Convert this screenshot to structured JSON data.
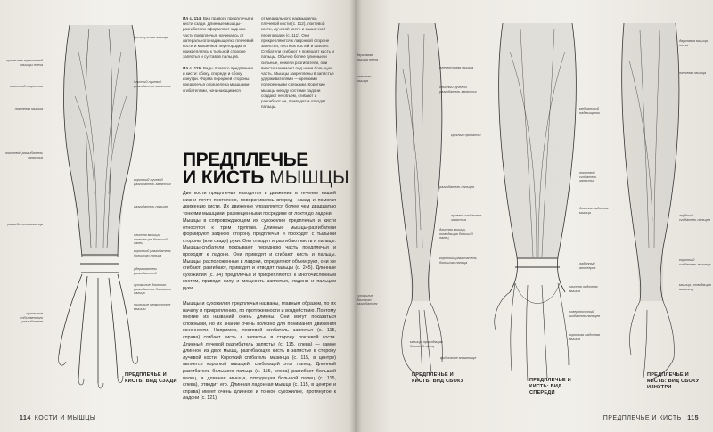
{
  "left_page": {
    "fig114_num": "Ил с. 114:",
    "fig114_text": "Вид правого предплечья и кисти сзади. Длинные мышцы-разгибатели оформляют заднюю часть предплечья, начинаясь от латерального надмыщелка плечевой кости и мышечной перегородки и прикрепляясь к тыльной стороне запястья и суставов пальцев.",
    "fig115_num": "Ил с. 115:",
    "fig115_text": "Виды правого предплечья и кисти: сбоку, спереди и сбоку изнутри. Форма передней стороны предплечья определена мышцами-сгибателями, начинающимися",
    "col2_top": "от медиального надмыщелка плечевой кости (с. 112), локтевой кости, лучевой кости и мышечной перегородки (с. 111). Они прикрепляются к ладонной стороне запястья, пястных костей и фаланг. Сгибатели сгибают и приводят кисть и пальцы. Обычно более длинные и сильные, нежели разгибатели, они вместе занимают под ними большую часть. Мышцы закреплены в запястье удерживателями — крепкими поперечными связками. Короткие мышцы между костями ладони создают ее объем, сгибают и разгибают ее, приводят и отводят пальцы.",
    "title_line1": "ПРЕДПЛЕЧЬЕ",
    "title_line2a": "И КИСТЬ",
    "title_line2b": "МЫШЦЫ",
    "intro": "Две кости предплечья находятся в движении в течение нашей жизни почти постоянно, поворачиваясь вперед—назад и помогая движению кисти. Их движение управляется более чем двадцатью тонкими мышцами, размещенными посредине от локтя до ладони.",
    "para2": "Мышцы в сопровождающем их сухожилии предплечья и кисти относятся к трем группам. Длинные мышцы-разгибатели формируют заднюю сторону предплечья и проходят с тыльной стороны (или сзади) руки. Они отводят и разгибают кисть и пальцы. Мышцы-сгибатели покрывают переднюю часть предплечья и проходят к ладони. Они приводят и сгибают кисть и пальцы. Мышцы, расположенные в ладони, определяют объем руки, они же сгибают, разгибают, приводят и отводят пальцы (с. 245). Длинные сухожилия (с. 34) предплечья и прикрепляются к многочисленным костям, приводя силу и мощность запястью, ладони и пальцам руки.",
    "para3": "Мышцы и сухожилия предплечья названы, главным образом, по их началу и прикреплению, по протяженности и воздействию. Поэтому многие из названий очень длинны. Они могут показаться сложными, но их знание очень полезно для понимания движения конечности. Например, локтевой сгибатель запястья (с. 115, справа) сгибает кисть в запястье в сторону локтевой кости. Длинный лучевой разгибатель запястья (с. 115, слева) — самое длинное из двух мышц, разгибающих кисть в запястье в сторону лучевой кости. Короткий сгибатель мизинца (с. 115, в центре) является короткой мышцей, сгибающей этот палец. Длинный разгибатель большого пальца (с. 115, слева) разгибает большой палец, а длинная мышца, отводящая большой палец (с. 115, слева), отводит его. Длинная ладонная мышца (с. 115, в центре и справа) имеет очень длинное и тонкое сухожилие, протянутое к ладони (с. 121).",
    "caption": "ПРЕДПЛЕЧЬЕ И КИСТЬ: ВИД СЗАДИ",
    "folio_num": "114",
    "folio_text": "КОСТИ И МЫШЦЫ",
    "labels": {
      "l1": "сухожилие трехглавой мышцы плеча",
      "l2": "локтевой отросток",
      "l3": "локтевая мышца",
      "l4": "локтевой разгибатель запястья",
      "l5": "разгибатель мизинца",
      "l6": "сухожилие собственного разгибателя",
      "r1": "плечелучевая мышца",
      "r2": "длинный лучевой разгибатель запястья",
      "r3": "короткий лучевой разгибатель запястья",
      "r4": "разгибатель пальцев",
      "r5": "длинная мышца, отводящая большой палец",
      "r6": "короткий разгибатель большого пальца",
      "r7": "удерживатель разгибателей",
      "r8": "сухожилие длинного разгибателя большого пальца",
      "r9": "тыльные межкостные мышцы"
    }
  },
  "right_page": {
    "captions": {
      "side": "ПРЕДПЛЕЧЬЕ И КИСТЬ: ВИД СБОКУ",
      "front": "ПРЕДПЛЕЧЬЕ И КИСТЬ: ВИД СПЕРЕДИ",
      "inner": "ПРЕДПЛЕЧЬЕ И КИСТЬ: ВИД СБОКУ ИЗНУТРИ"
    },
    "folio_text": "ПРЕДПЛЕЧЬЕ И КИСТЬ",
    "folio_num": "115",
    "labels": {
      "a1": "двуглавая мышца плеча",
      "a2": "плечевая мышца",
      "a3": "плечелучевая мышца",
      "a4": "длинный лучевой разгибатель запястья",
      "a5": "разгибатель пальцев",
      "a6": "длинная мышца, отводящая большой палец",
      "a7": "короткий разгибатель большого пальца",
      "a8": "сухожилие длинного разгибателя",
      "a9": "фиброзное влагалище",
      "a10": "мышца, приводящая большой палец",
      "b1": "круглый пронатор",
      "b2": "лучевой сгибатель запястья",
      "b3": "длинная ладонная мышца",
      "b4": "поверхностный сгибатель пальцев",
      "b5": "короткая ладонная мышца",
      "c1": "двуглавая мышца плеча",
      "c2": "плечевая мышца",
      "c3": "медиальный надмыщелок",
      "c4": "локтевой сгибатель запястья",
      "c5": "длинная ладонная мышца",
      "c6": "глубокий сгибатель пальцев",
      "c7": "короткий сгибатель мизинца",
      "c8": "мышца, отводящая мизинец",
      "c9": "ладонный апоневроз"
    }
  }
}
